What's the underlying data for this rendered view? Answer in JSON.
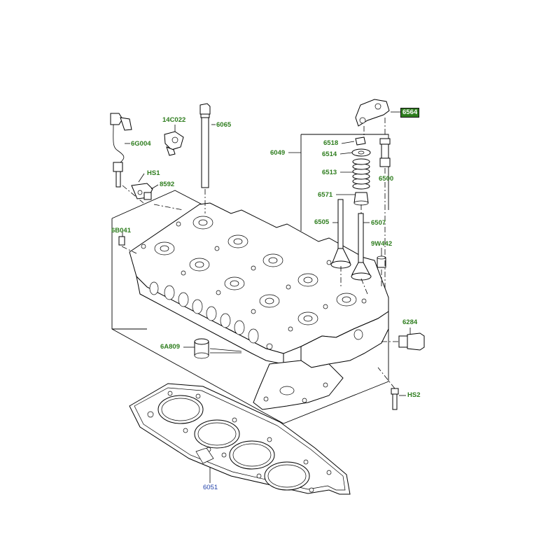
{
  "labels": {
    "p6564": "6564",
    "p14c022": "14C022",
    "p6065": "6065",
    "p6g004": "6G004",
    "p6049": "6049",
    "p6518": "6518",
    "p6514": "6514",
    "p6513": "6513",
    "p6500": "6500",
    "ph1": "HS1",
    "p8592": "8592",
    "p6571": "6571",
    "p6505": "6505",
    "p6507": "6507",
    "p6b041": "6B041",
    "p9w442": "9W442",
    "p6284": "6284",
    "p6a809": "6A809",
    "ph2": "HS2",
    "p6051": "6051"
  },
  "colors": {
    "label_green": "#2e7d1e",
    "label_blue": "#1f3fa8",
    "highlight_fill": "#2e7d1e",
    "line": "#000000"
  },
  "selected_part": "6564"
}
